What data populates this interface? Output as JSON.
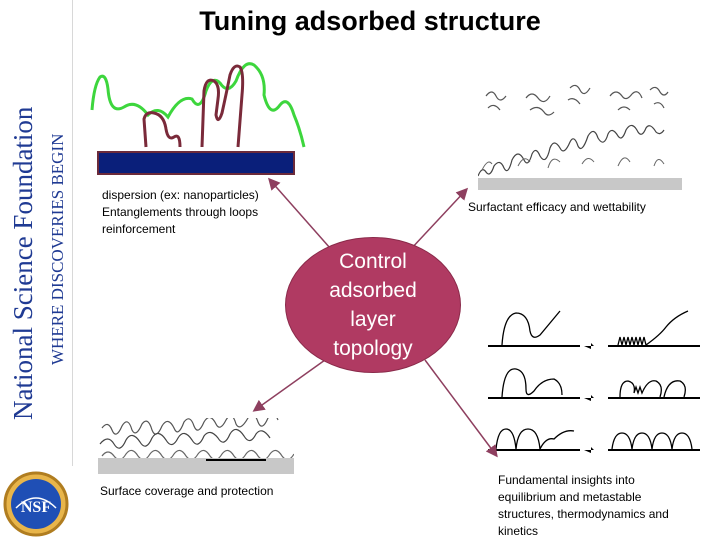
{
  "sidebar": {
    "org_name": "National Science Foundation",
    "tagline": "WHERE DISCOVERIES BEGIN",
    "logo_text": "NSF",
    "brand_color": "#1f3a93"
  },
  "title": "Tuning adsorbed structure",
  "central": {
    "text": "Control\nadsorbed\nlayer\ntopology",
    "color": "#b03a62"
  },
  "captions": {
    "dispersion": [
      "dispersion (ex: nanoparticles)",
      "Entanglements through loops",
      "reinforcement"
    ],
    "surfactant": "Surfactant efficacy and wettability",
    "coverage": "Surface coverage and protection",
    "insights": [
      "Fundamental insights into",
      "equilibrium and metastable",
      "structures, thermodynamics and",
      "kinetics"
    ]
  },
  "colors": {
    "chain_green": "#3dd63d",
    "loop_maroon": "#7a2a3a",
    "substrate_navy": "#0a1f7a",
    "arrow": "#8e3f5f"
  }
}
